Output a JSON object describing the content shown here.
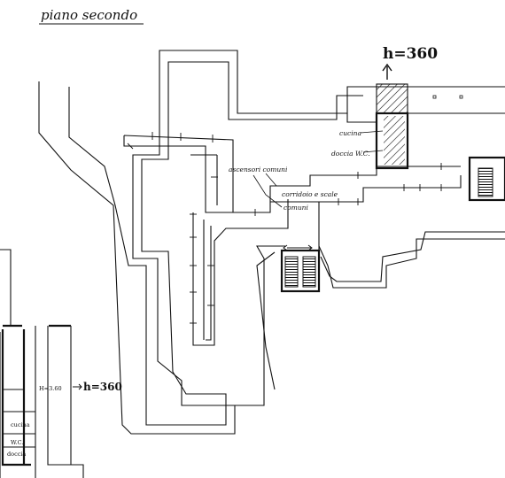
{
  "plan": {
    "title": "piano secondo",
    "height_top": "h=360",
    "height_left_note": "H=3.60",
    "height_left": "h=360",
    "labels": {
      "cucina_top": "cucina",
      "doccia_top": "doccia W.C.",
      "ascensori": "ascensori comuni",
      "corridoio": "corridoio e scale",
      "comuni": "comuni",
      "cucina_left": "cucina",
      "wc_left": "W.C.",
      "doccia_left": "doccia"
    }
  }
}
